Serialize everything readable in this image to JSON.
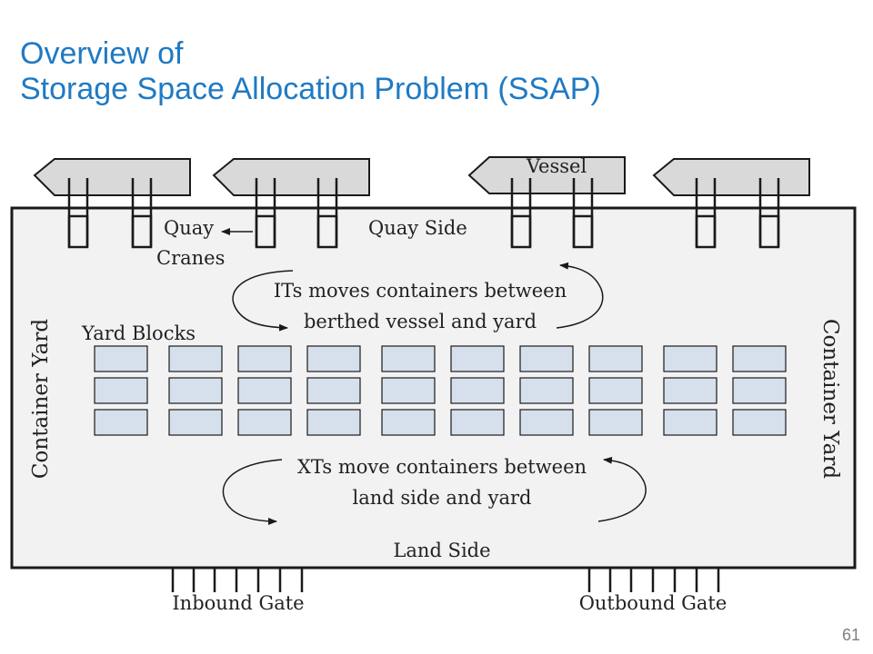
{
  "title": {
    "line1": "Overview of",
    "line2": "Storage Space Allocation Problem (SSAP)"
  },
  "page_number": "61",
  "diagram": {
    "labels": {
      "vessel": "Vessel",
      "quay_cranes_line1": "Quay",
      "quay_cranes_line2": "Cranes",
      "quay_side": "Quay Side",
      "its_line1": "ITs moves containers between",
      "its_line2": "berthed vessel and yard",
      "yard_blocks": "Yard Blocks",
      "container_yard_left": "Container Yard",
      "container_yard_right": "Container Yard",
      "xts_line1": "XTs move containers between",
      "xts_line2": "land side and yard",
      "land_side": "Land Side",
      "inbound_gate": "Inbound Gate",
      "outbound_gate": "Outbound Gate"
    },
    "colors": {
      "yard_fill": "#f2f2f2",
      "vessel_fill": "#d9d9d9",
      "block_fill": "#d5e0ec",
      "stroke": "#1a1a1a",
      "title": "#1f7ac3"
    }
  }
}
